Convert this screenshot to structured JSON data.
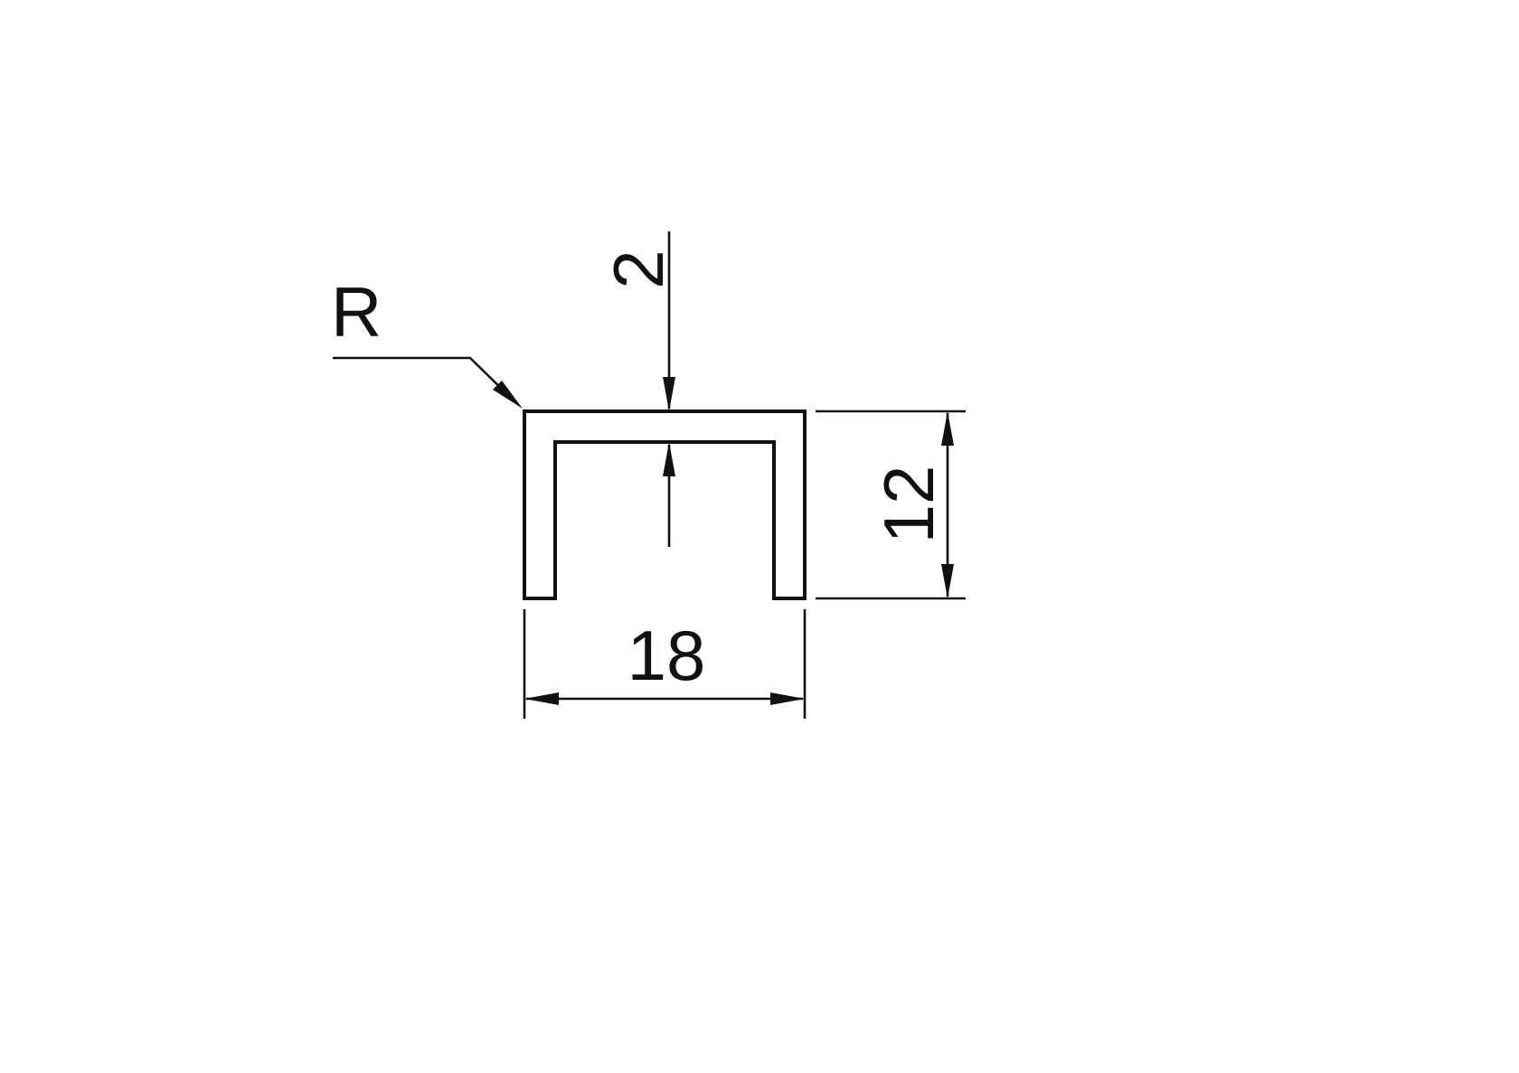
{
  "page": {
    "background_color": "#ffffff",
    "line_color": "#111111"
  },
  "drawing": {
    "type": "technical-dimension-drawing",
    "subject": "U-channel profile cross-section",
    "dimensions": {
      "width_label": "18",
      "height_label": "12",
      "thickness_label": "2",
      "radius_label": "R"
    }
  }
}
